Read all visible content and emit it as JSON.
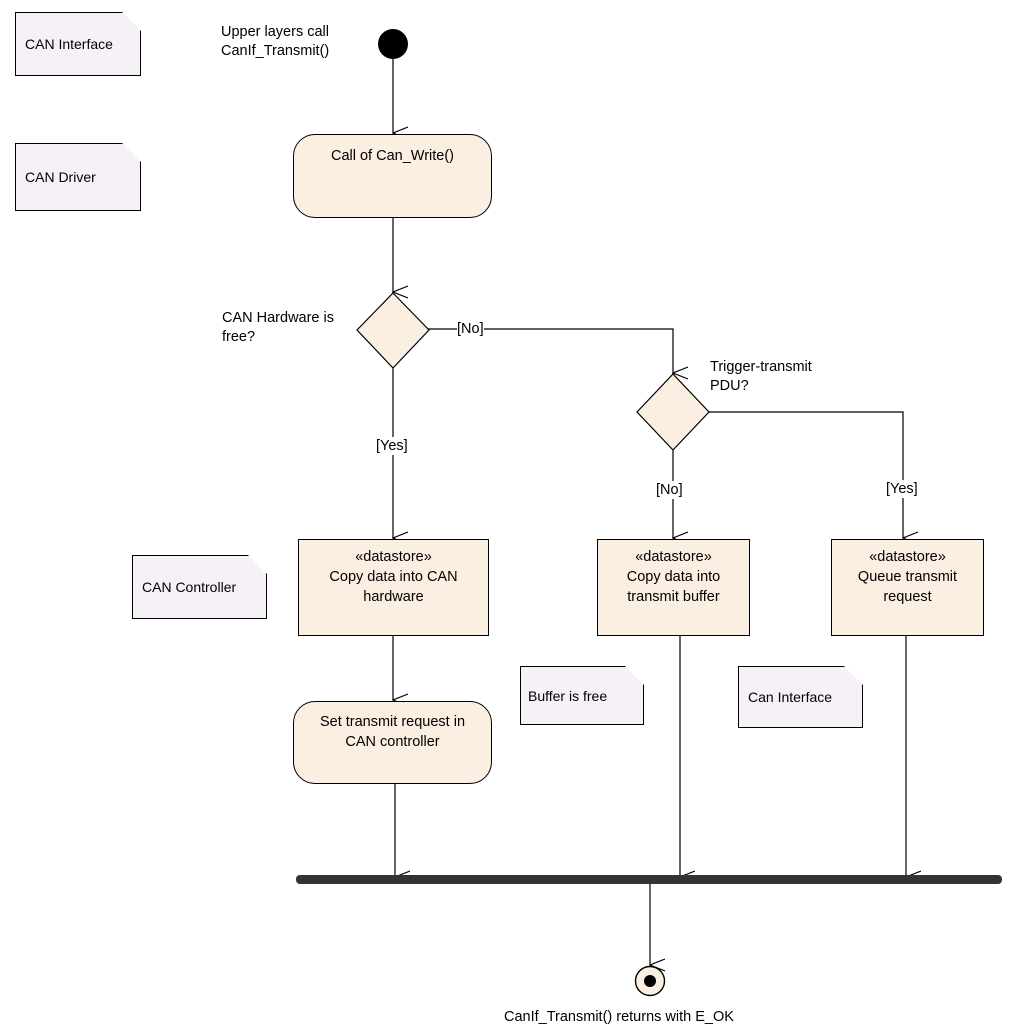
{
  "notes": {
    "can_interface_top": "CAN Interface",
    "can_driver": "CAN Driver",
    "can_controller": "CAN Controller",
    "buffer_is_free": "Buffer is free",
    "can_interface_bottom": "Can Interface"
  },
  "start": {
    "line1": "Upper layers call",
    "line2": "CanIf_Transmit()"
  },
  "actions": {
    "call_can_write": "Call of Can_Write()",
    "copy_hw_stereo": "«datastore»",
    "copy_hw_line1": "Copy data into CAN",
    "copy_hw_line2": "hardware",
    "copy_buf_stereo": "«datastore»",
    "copy_buf_line1": "Copy data into",
    "copy_buf_line2": "transmit buffer",
    "queue_stereo": "«datastore»",
    "queue_line1": "Queue transmit",
    "queue_line2": "request",
    "set_req_line1": "Set transmit request in",
    "set_req_line2": "CAN controller"
  },
  "decisions": {
    "hw_free_line1": "CAN Hardware is",
    "hw_free_line2": "free?",
    "trigger_line1": "Trigger-transmit",
    "trigger_line2": "PDU?"
  },
  "guards": {
    "hw_no": "[No]",
    "hw_yes": "[Yes]",
    "trigger_no": "[No]",
    "trigger_yes": "[Yes]"
  },
  "end": {
    "label": "CanIf_Transmit() returns with E_OK"
  },
  "colors": {
    "action_fill": "#faefe0",
    "note_fill": "#f6f1f6",
    "bar": "#333333"
  }
}
